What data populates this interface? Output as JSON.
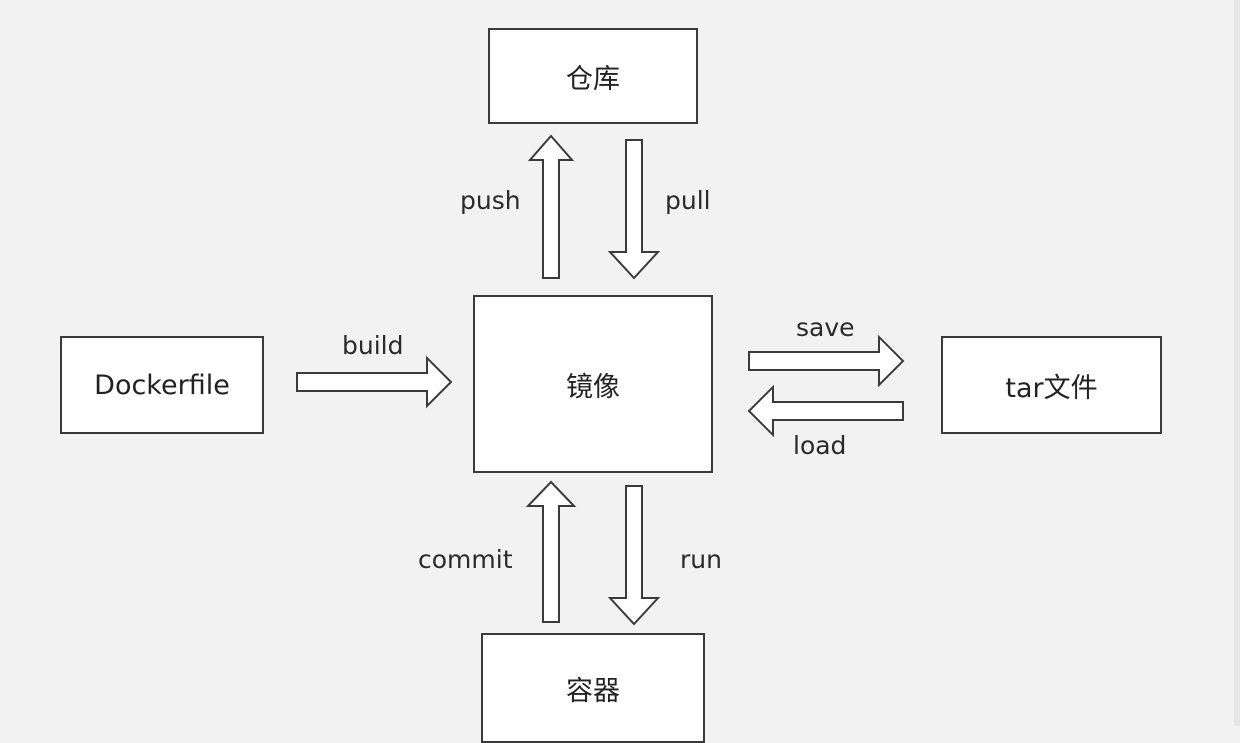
{
  "nodes": {
    "repository": "仓库",
    "image": "镜像",
    "dockerfile": "Dockerfile",
    "tar_file": "tar文件",
    "container": "容器"
  },
  "edges": {
    "push": "push",
    "pull": "pull",
    "build": "build",
    "save": "save",
    "load": "load",
    "commit": "commit",
    "run": "run"
  },
  "colors": {
    "background": "#f2f2f2",
    "box_fill": "#ffffff",
    "stroke": "#3a3a3a",
    "text": "#222222"
  }
}
